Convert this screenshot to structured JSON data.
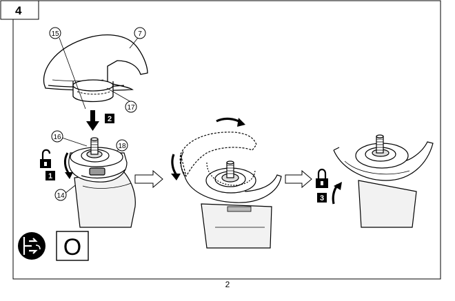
{
  "figure": {
    "step_number": "4",
    "page_number": "2",
    "callouts": {
      "guard": "7",
      "coding_cam": "15",
      "collar": "17",
      "flange": "16",
      "release_lever": "18",
      "spindle_lock": "14"
    },
    "steps": [
      "1",
      "2",
      "3"
    ],
    "off_indicator": "O"
  },
  "icons": {
    "unlock": "unlock-icon",
    "lock": "lock-icon",
    "unplug": "unplug-mains-icon",
    "arrow": "process-arrow-icon"
  }
}
